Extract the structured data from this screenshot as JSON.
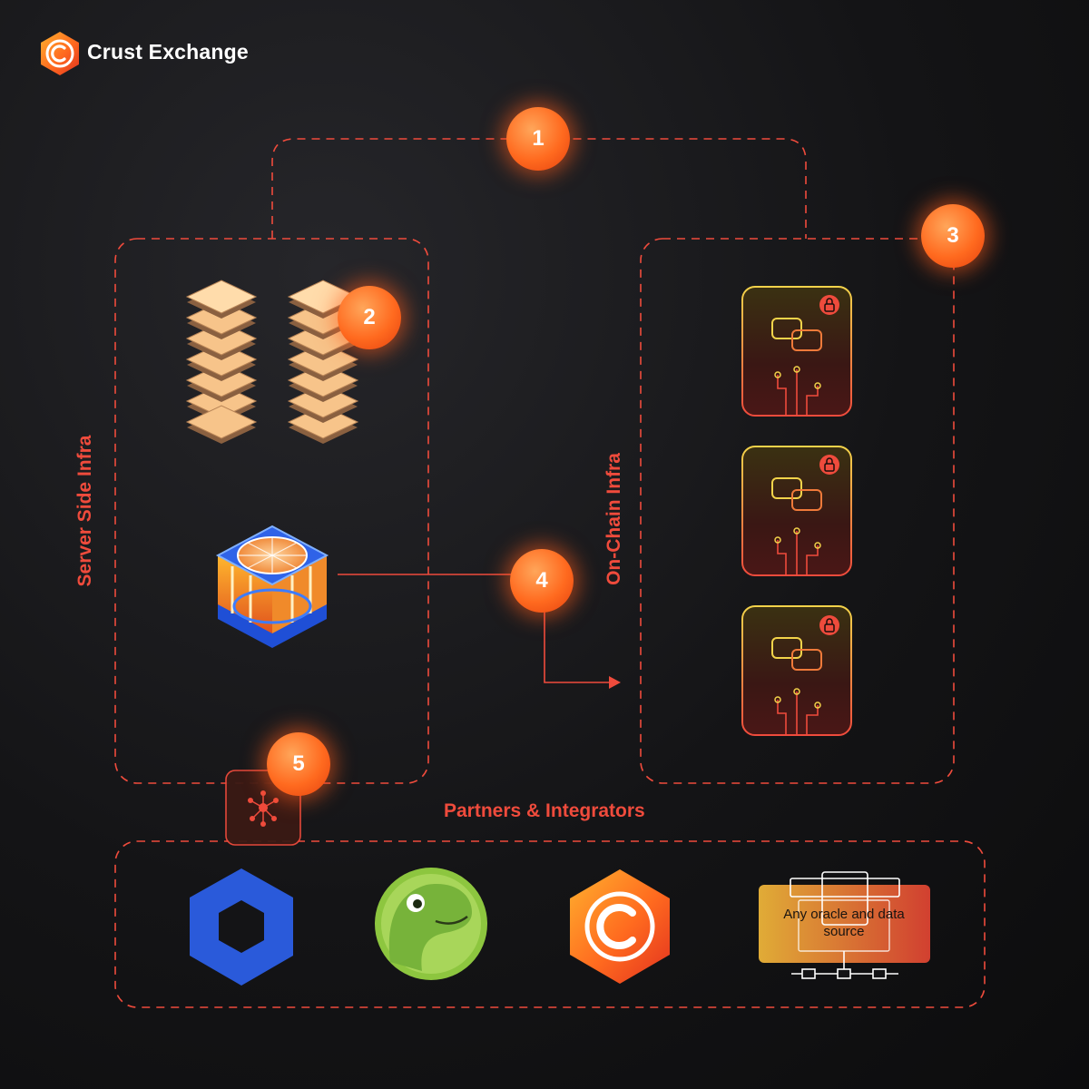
{
  "brand": {
    "name": "Crust Exchange",
    "icon": "crust-exchange-logo-icon"
  },
  "groups": {
    "server_side": {
      "label": "Server Side Infra"
    },
    "on_chain": {
      "label": "On-Chain Infra"
    },
    "partners": {
      "label": "Partners & Integrators"
    }
  },
  "steps": [
    "1",
    "2",
    "3",
    "4",
    "5"
  ],
  "partners": {
    "items": [
      {
        "icon": "chainlink-logo-icon"
      },
      {
        "icon": "coingecko-logo-icon"
      },
      {
        "icon": "crust-exchange-logo-icon"
      },
      {
        "icon": "oracle-server-icon",
        "label": "Any oracle and data source"
      }
    ]
  },
  "colors": {
    "accent": "#ef4b3c",
    "badge": "#ff6a1f",
    "background": "#141416",
    "chainlink_blue": "#2a5ada",
    "coingecko_green": "#8dc63f"
  }
}
